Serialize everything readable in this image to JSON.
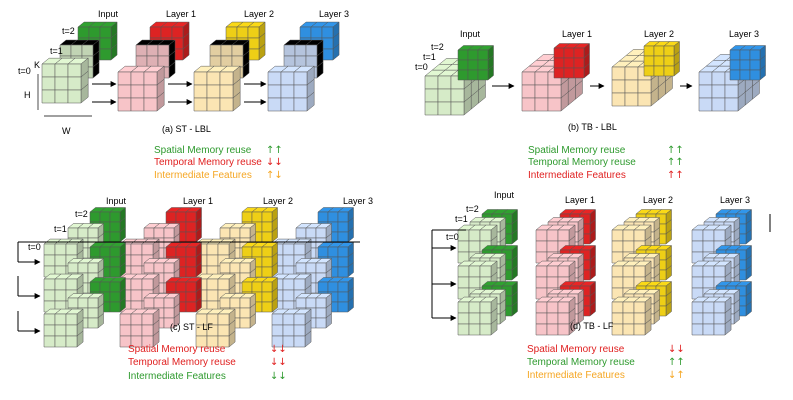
{
  "colors": {
    "green": "#2e9a2e",
    "red": "#e02020",
    "orange": "#f5a623",
    "input_front": "#d6ebc8",
    "l1_front": "#f7c4c8",
    "l2_front": "#fbe5b3",
    "l3_front": "#c9daf6",
    "input_back": "#2e9a2e",
    "l1_back": "#dd2323",
    "l2_back": "#eecf16",
    "l3_back": "#2f8fe0"
  },
  "panels": [
    {
      "id": "a",
      "caption": "(a) ST - LBL",
      "layer_labels": [
        "Input",
        "Layer 1",
        "Layer 2",
        "Layer 3"
      ],
      "time_labels": [
        "t=2",
        "t=1",
        "t=0"
      ],
      "dim_labels": [
        "K",
        "H",
        "W"
      ],
      "legend": [
        {
          "label": "Spatial Memory reuse",
          "arrows": "↑↑",
          "color": "#2e9a2e",
          "arrow_color": "#2e9a2e"
        },
        {
          "label": "Temporal Memory reuse",
          "arrows": "↓↓",
          "color": "#e02020",
          "arrow_color": "#e02020"
        },
        {
          "label": "Intermediate Features",
          "arrows": "↑↓",
          "color": "#f5a623",
          "arrow_color": "#f5a623"
        }
      ]
    },
    {
      "id": "b",
      "caption": "(b) TB - LBL",
      "layer_labels": [
        "Input",
        "Layer 1",
        "Layer 2",
        "Layer 3"
      ],
      "time_labels": [
        "t=2",
        "t=1",
        "t=0"
      ],
      "legend": [
        {
          "label": "Spatial Memory reuse",
          "arrows": "↑↑",
          "color": "#2e9a2e",
          "arrow_color": "#2e9a2e"
        },
        {
          "label": "Temporal Memory reuse",
          "arrows": "↑↑",
          "color": "#2e9a2e",
          "arrow_color": "#2e9a2e"
        },
        {
          "label": "Intermediate Features",
          "arrows": "↑↑",
          "color": "#e02020",
          "arrow_color": "#e02020"
        }
      ]
    },
    {
      "id": "c",
      "caption": "(c) ST - LF",
      "layer_labels": [
        "Input",
        "Layer 1",
        "Layer 2",
        "Layer 3"
      ],
      "time_labels": [
        "t=2",
        "t=1",
        "t=0"
      ],
      "legend": [
        {
          "label": "Spatial Memory reuse",
          "arrows": "↓↓",
          "color": "#e02020",
          "arrow_color": "#e02020"
        },
        {
          "label": "Temporal Memory reuse",
          "arrows": "↓↓",
          "color": "#e02020",
          "arrow_color": "#e02020"
        },
        {
          "label": "Intermediate Features",
          "arrows": "↓↓",
          "color": "#2e9a2e",
          "arrow_color": "#2e9a2e"
        }
      ]
    },
    {
      "id": "d",
      "caption": "(d) TB - LF",
      "layer_labels": [
        "Input",
        "Layer 1",
        "Layer 2",
        "Layer 3"
      ],
      "time_labels": [
        "t=2",
        "t=1",
        "t=0"
      ],
      "legend": [
        {
          "label": "Spatial Memory reuse",
          "arrows": "↓↓",
          "color": "#e02020",
          "arrow_color": "#e02020"
        },
        {
          "label": "Temporal Memory reuse",
          "arrows": "↑↑",
          "color": "#2e9a2e",
          "arrow_color": "#2e9a2e"
        },
        {
          "label": "Intermediate Features",
          "arrows": "↓↑",
          "color": "#f5a623",
          "arrow_color": "#f5a623"
        }
      ]
    }
  ]
}
